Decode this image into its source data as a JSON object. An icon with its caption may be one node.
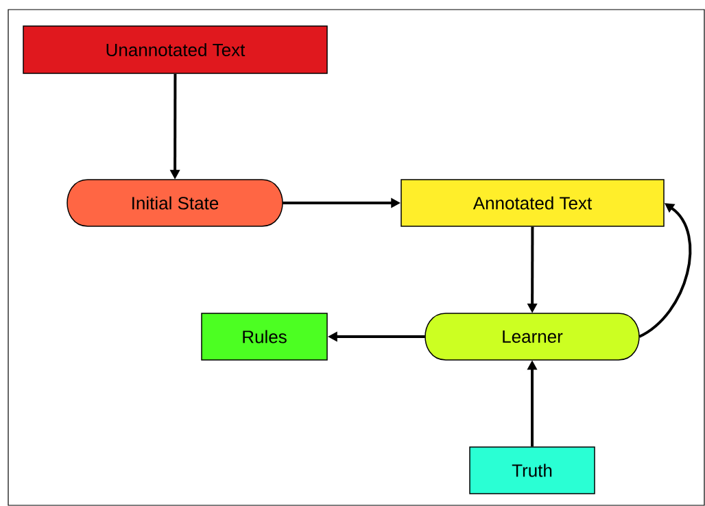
{
  "diagram": {
    "nodes": [
      {
        "text": [
          "Unannotated Text"
        ]
      },
      {
        "text": [
          "Initial State"
        ]
      },
      {
        "text": [
          "Annotated Text"
        ]
      },
      {
        "text": [
          "Learner"
        ]
      },
      {
        "text": [
          "Rules"
        ]
      },
      {
        "text": [
          "Truth"
        ]
      }
    ],
    "edges": [
      {
        "from": 0,
        "to": 1,
        "arrow": "to"
      },
      {
        "from": 1,
        "to": 2,
        "arrow": "to"
      },
      {
        "from": 2,
        "to": 3,
        "arrow": "to"
      },
      {
        "from": 3,
        "to": 4,
        "arrow": "to"
      },
      {
        "from": 5,
        "to": 3,
        "arrow": "to"
      },
      {
        "from": 3,
        "to": 2,
        "arrow": "to"
      }
    ]
  }
}
